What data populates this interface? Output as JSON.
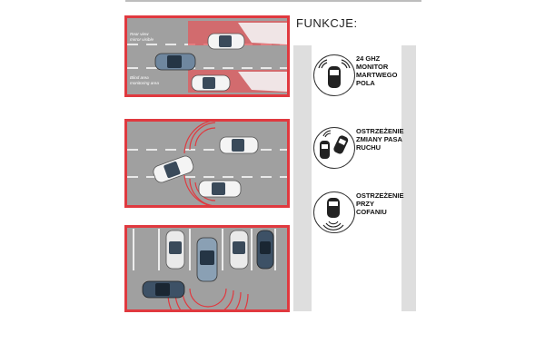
{
  "header": {
    "title": "FUNKCJE:"
  },
  "panel1": {
    "label_rear": [
      "Rear view",
      "mirror visible"
    ],
    "label_blind": [
      "Blind area",
      "monitoring area"
    ]
  },
  "features": [
    {
      "label": [
        "24 GHZ",
        "MONITOR",
        "MARTWEGO",
        "POLA"
      ],
      "icon": "blind-spot-monitor-icon"
    },
    {
      "label": [
        "OSTRZEŻENIE",
        "ZMIANY PASA",
        "RUCHU"
      ],
      "icon": "lane-change-warning-icon"
    },
    {
      "label": [
        "OSTRZEŻENIE",
        "PRZY",
        "COFANIU"
      ],
      "icon": "reverse-warning-icon"
    }
  ],
  "colors": {
    "accent": "#d9323c",
    "road": "#9b9b9b",
    "strip": "#dedede"
  }
}
